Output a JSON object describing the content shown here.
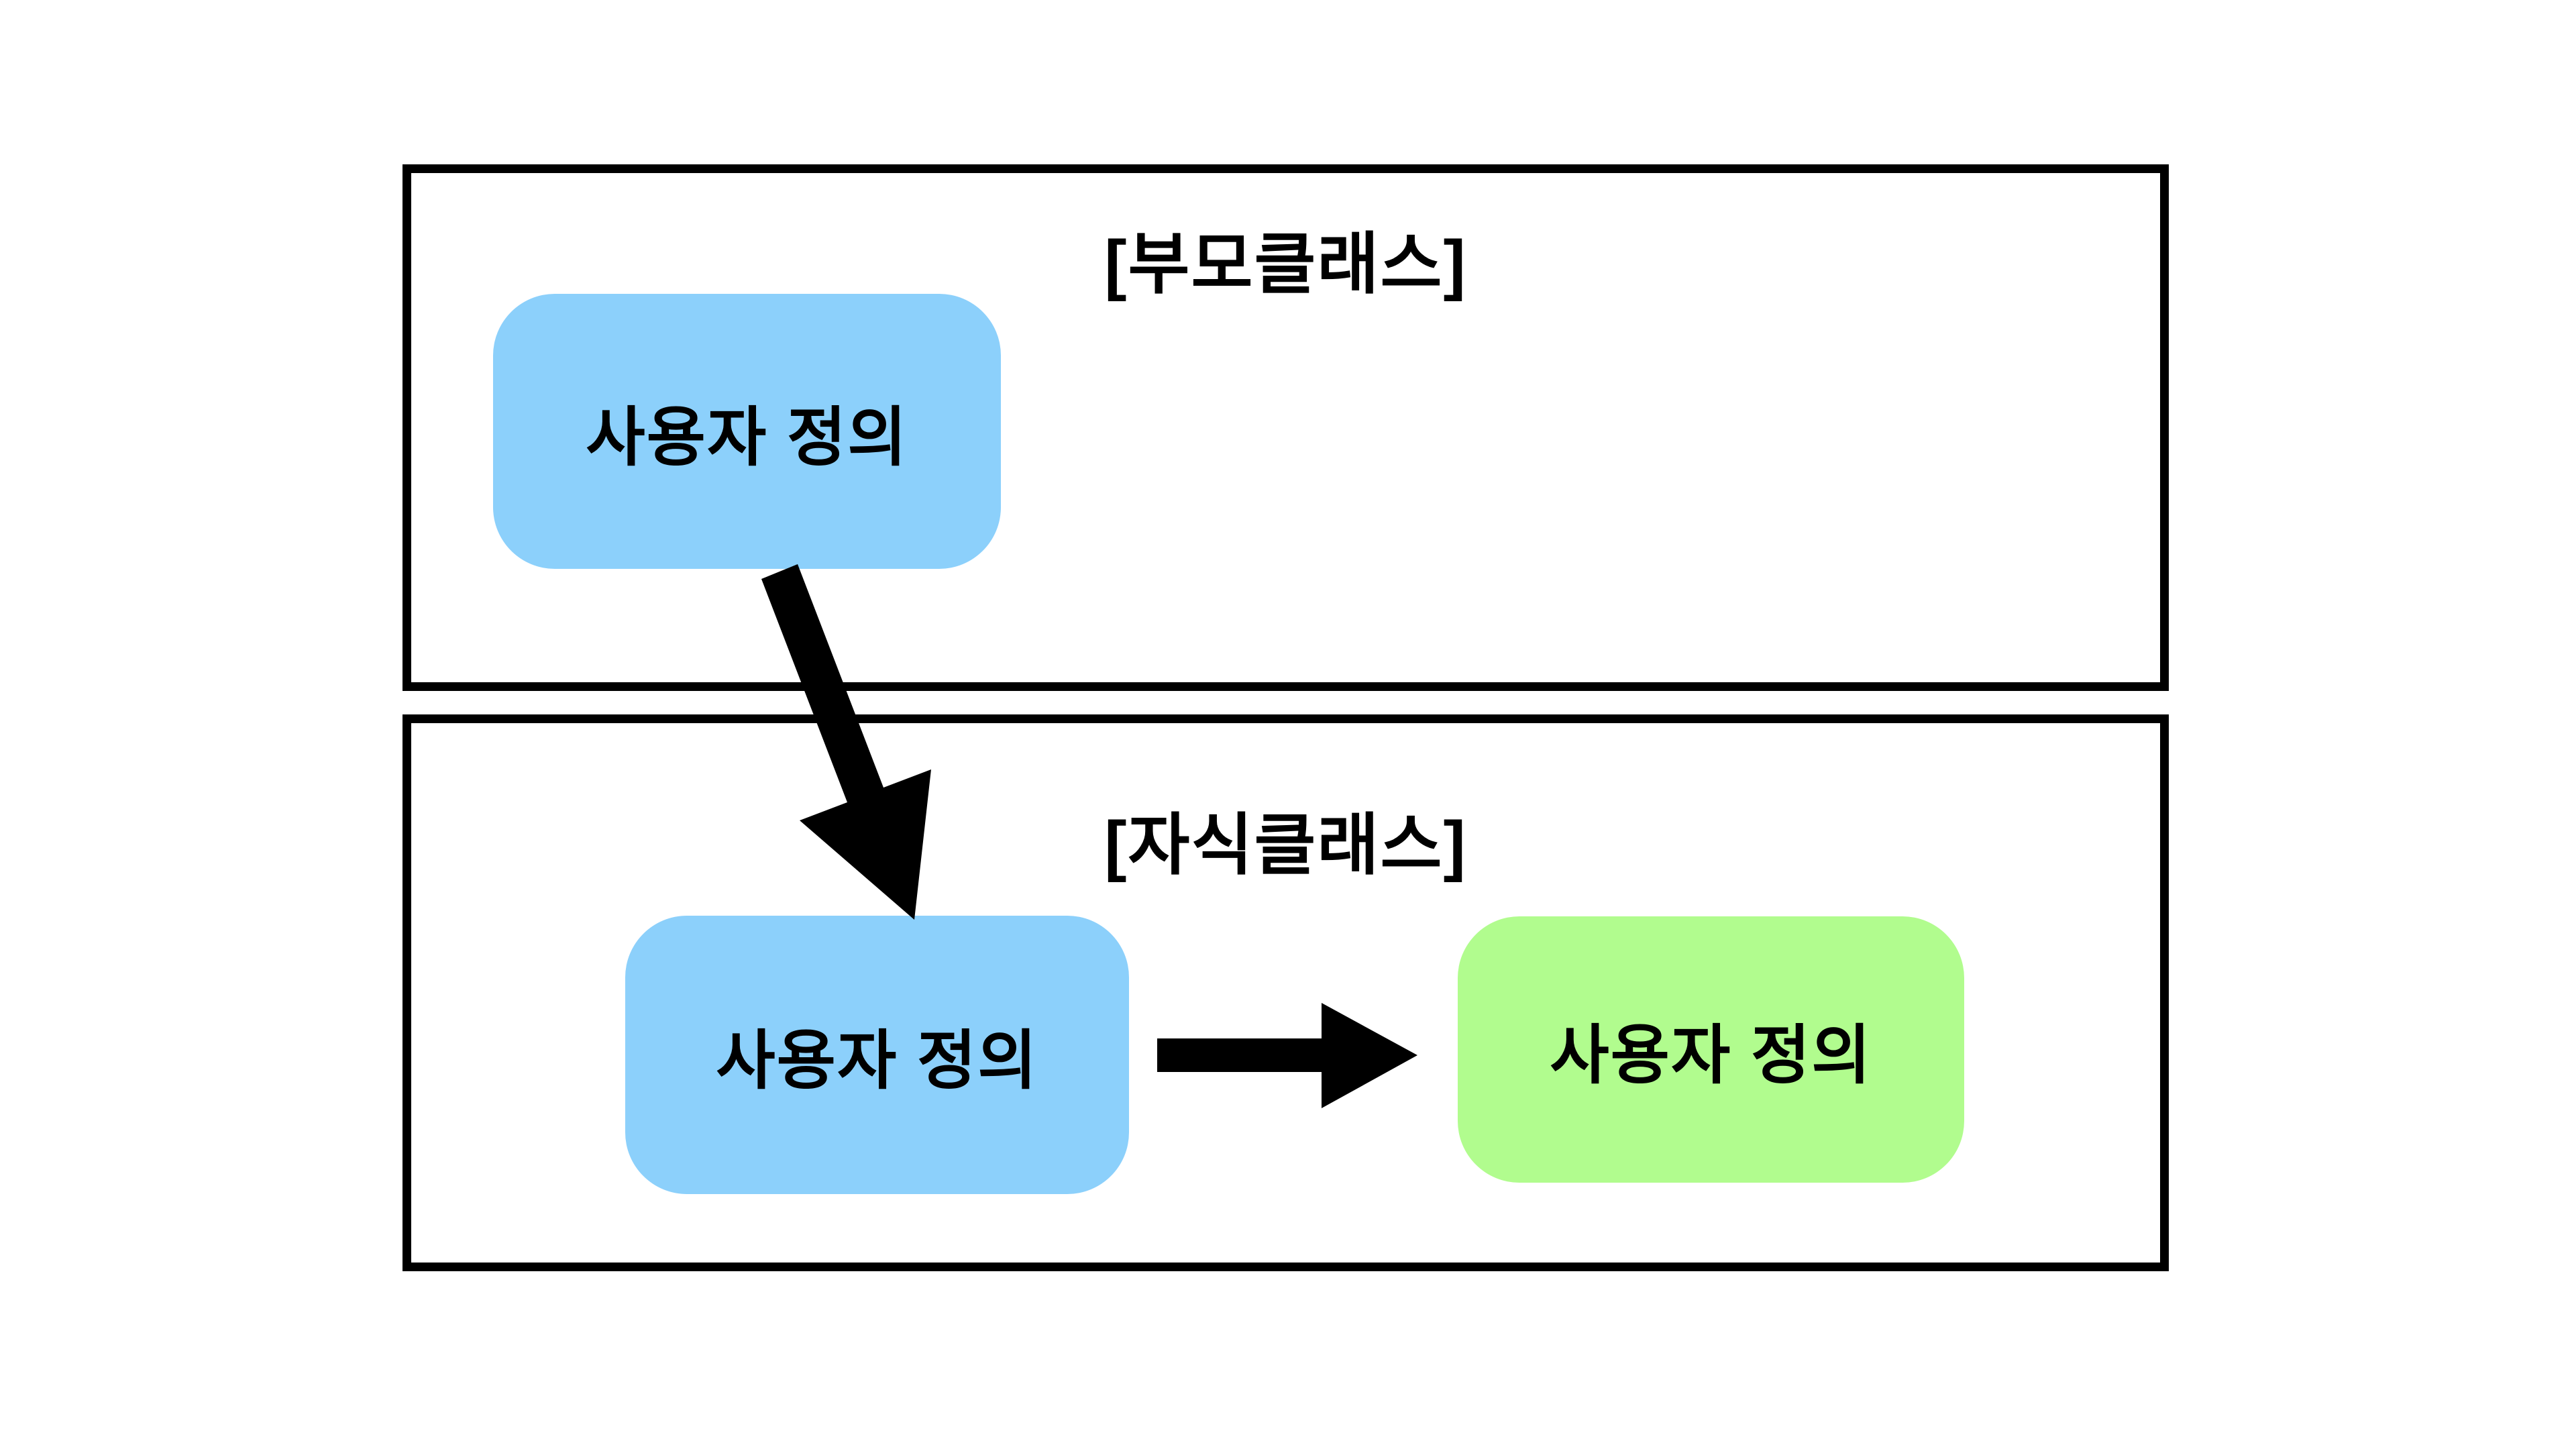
{
  "diagram": {
    "background_color": "#ffffff",
    "border_color": "#000000",
    "text_color": "#000000",
    "parent_section": {
      "label": "[부모클래스]",
      "box": {
        "label": "사용자 정의",
        "color": "#8CD0FB"
      }
    },
    "child_section": {
      "label": "[자식클래스]",
      "blue_box": {
        "label": "사용자 정의",
        "color": "#8CD0FB"
      },
      "green_box": {
        "label": "사용자 정의",
        "color": "#B1FC8E"
      }
    },
    "arrows": [
      {
        "name": "parent-to-child-arrow",
        "direction": "down-right",
        "color": "#000000"
      },
      {
        "name": "child-blue-to-green-arrow",
        "direction": "right",
        "color": "#000000"
      }
    ]
  }
}
